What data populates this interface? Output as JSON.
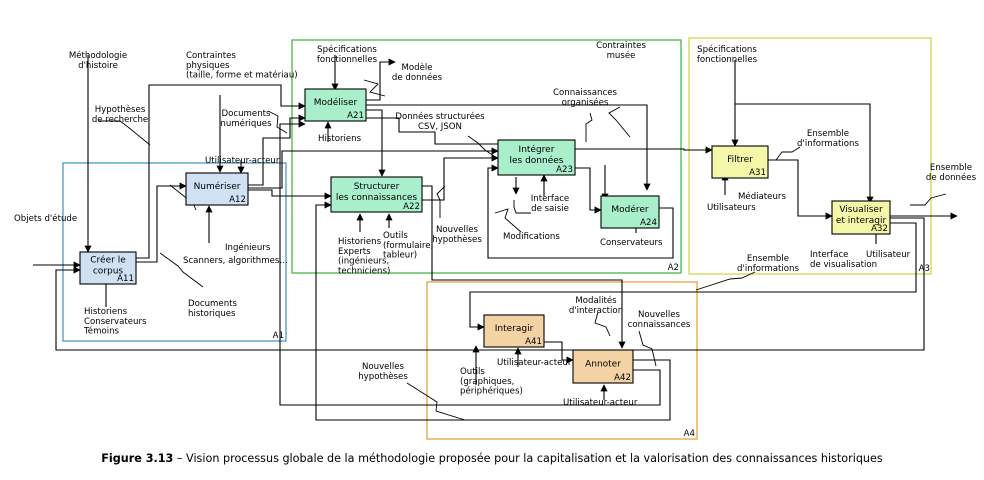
{
  "caption": {
    "label": "Figure 3.13",
    "text": "– Vision processus globale de la méthodologie proposée pour la capitalisation et la valorisation des connaissances historiques"
  },
  "colors": {
    "region_a1": "#4a9bc4",
    "region_a2": "#47b847",
    "region_a3": "#d2d750",
    "region_a4": "#e3a342",
    "box_a1": "#cfe1f2",
    "box_a2": "#a9efcb",
    "box_a3": "#f4f6a8",
    "box_a4": "#f3d3a4"
  },
  "regions": {
    "a1": "A1",
    "a2": "A2",
    "a3": "A3",
    "a4": "A4"
  },
  "boxes": {
    "a11": {
      "lines": [
        "Créer le",
        "corpus"
      ],
      "num": "A11"
    },
    "a12": {
      "lines": [
        "Numériser"
      ],
      "num": "A12"
    },
    "a21": {
      "lines": [
        "Modéliser"
      ],
      "num": "A21"
    },
    "a22": {
      "lines": [
        "Structurer",
        "les connaissances"
      ],
      "num": "A22"
    },
    "a23": {
      "lines": [
        "Intégrer",
        "les données"
      ],
      "num": "A23"
    },
    "a24": {
      "lines": [
        "Modérer"
      ],
      "num": "A24"
    },
    "a31": {
      "lines": [
        "Filtrer"
      ],
      "num": "A31"
    },
    "a32": {
      "lines": [
        "Visualiser",
        "et interagir"
      ],
      "num": "A32"
    },
    "a41": {
      "lines": [
        "Interagir"
      ],
      "num": "A41"
    },
    "a42": {
      "lines": [
        "Annoter"
      ],
      "num": "A42"
    }
  },
  "labels": {
    "methodologie": [
      "Méthodologie",
      "d'histoire"
    ],
    "hypotheses_recherche": [
      "Hypothèses",
      "de recherche"
    ],
    "objets_etude": [
      "Objets d'étude"
    ],
    "historiens_a11": [
      "Historiens",
      "Conservateurs",
      "Témoins"
    ],
    "documents_historiques": [
      "Documents",
      "historiques"
    ],
    "contraintes_physiques": [
      "Contraintes",
      "physiques",
      "(taille, forme et matériau)"
    ],
    "documents_numeriques": [
      "Documents",
      "numériques"
    ],
    "utilisateur_acteur_a12": [
      "Utilisateur-acteur"
    ],
    "ingenieurs": [
      "Ingénieurs"
    ],
    "scanners": [
      "Scanners, algorithmes…"
    ],
    "specifications_a21": [
      "Spécifications",
      "fonctionnelles"
    ],
    "modele_donnees": [
      "Modèle",
      "de données"
    ],
    "historiens_a21": [
      "Historiens"
    ],
    "donnees_structurees": [
      "Données structurées",
      "CSV, JSON"
    ],
    "connaissances_organisees": [
      "Connaissances",
      "organisées"
    ],
    "contraintes_musee": [
      "Contraintes",
      "musée"
    ],
    "historiens_experts": [
      "Historiens",
      "Experts",
      "(ingénieurs,",
      "techniciens)"
    ],
    "outils_a22": [
      "Outils",
      "(formulaire,",
      "tableur)"
    ],
    "nouvelles_hypotheses_a2": [
      "Nouvelles",
      "hypothèses"
    ],
    "interface_saisie": [
      "Interface",
      "de saisie"
    ],
    "modifications": [
      "Modifications"
    ],
    "conservateurs": [
      "Conservateurs"
    ],
    "specifications_a3": [
      "Spécifications",
      "fonctionnelles"
    ],
    "ensemble_info_a3": [
      "Ensemble",
      "d'informations"
    ],
    "utilisateurs_a31": [
      "Utilisateurs"
    ],
    "mediateurs": [
      "Médiateurs"
    ],
    "ensemble_donnees": [
      "Ensemble",
      "de données"
    ],
    "interface_visualisation": [
      "Interface",
      "de visualisation"
    ],
    "utilisateur_a32": [
      "Utilisateur"
    ],
    "ensemble_info_a4": [
      "Ensemble",
      "d'informations"
    ],
    "modalites": [
      "Modalités",
      "d'interaction"
    ],
    "nouvelles_connaissances": [
      "Nouvelles",
      "connaissances"
    ],
    "outils_a41": [
      "Outils",
      "(graphiques,",
      "périphériques)"
    ],
    "utilisateur_acteur_a41": [
      "Utilisateur-acteur"
    ],
    "utilisateur_acteur_a42": [
      "Utilisateur-acteur"
    ],
    "nouvelles_hypotheses_a4": [
      "Nouvelles",
      "hypothèses"
    ]
  }
}
